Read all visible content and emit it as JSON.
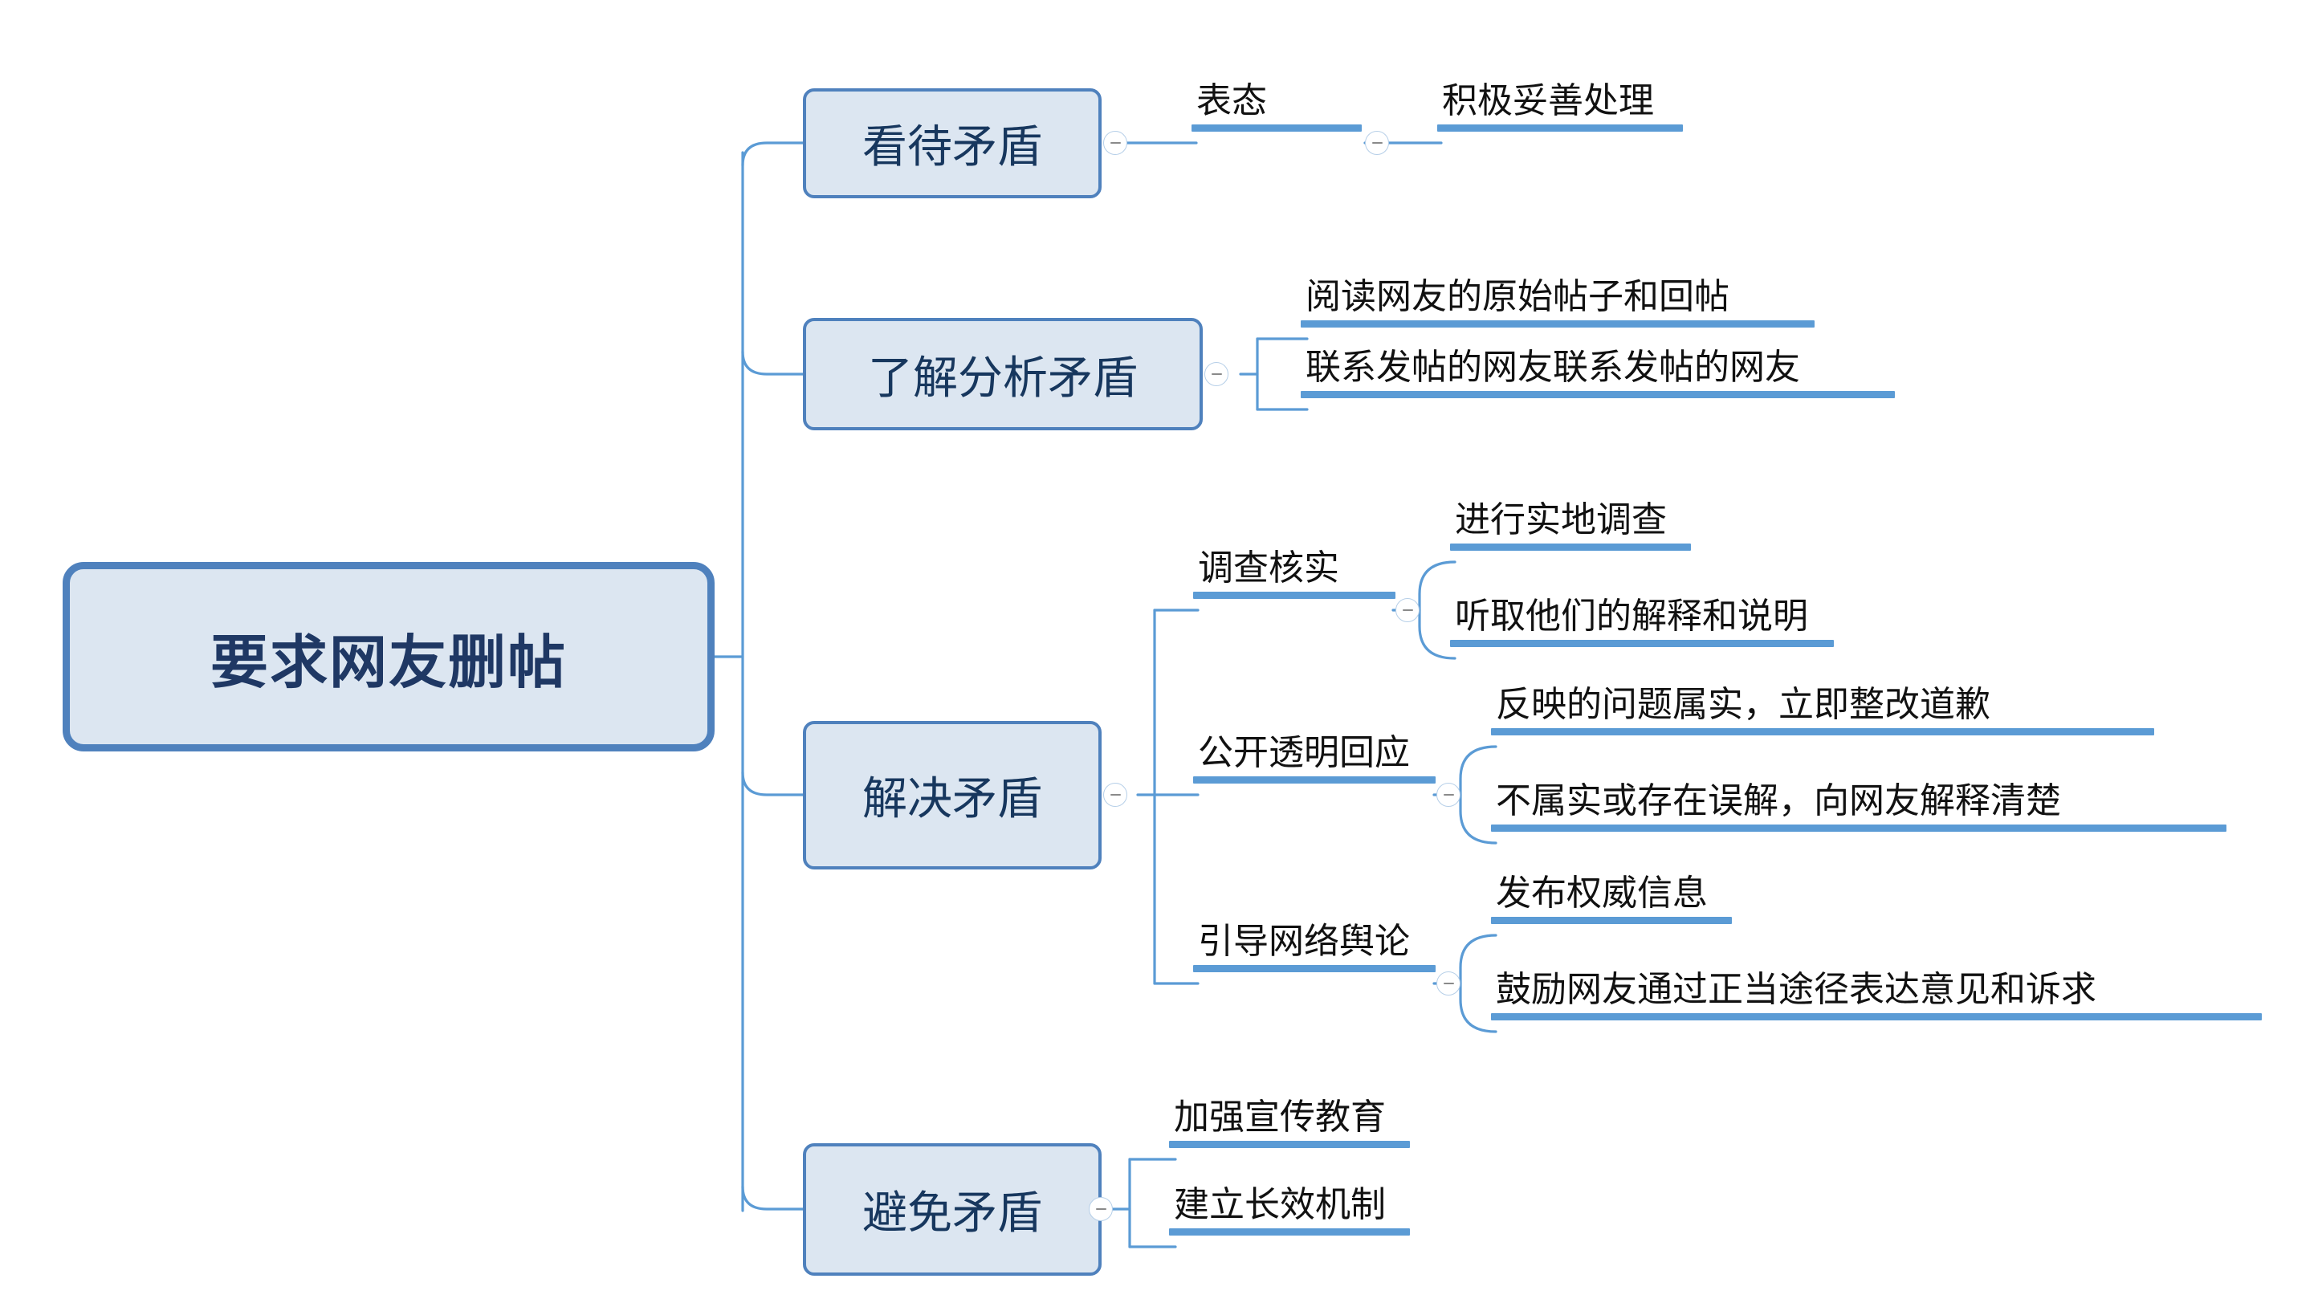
{
  "diagram": {
    "type": "mind-map",
    "title": "要求网友删帖",
    "colors": {
      "node_fill": "#dce6f1",
      "node_border": "#4f81bd",
      "bar": "#5b9bd5",
      "edge": "#5b9bd5",
      "root_text": "#1f3864",
      "branch_text": "#17375e",
      "leaf_text": "#111111",
      "background": "#ffffff",
      "toggle_ring": "#b6cfe8",
      "toggle_minus": "#8a8a8a"
    },
    "toggle_icon": "collapse-minus-icon"
  },
  "root": {
    "label": "要求网友删帖"
  },
  "branches": [
    {
      "label": "看待矛盾",
      "children": [
        {
          "label": "表态",
          "children": [
            {
              "label": "积极妥善处理"
            }
          ]
        }
      ]
    },
    {
      "label": "了解分析矛盾",
      "children": [
        {
          "label": "阅读网友的原始帖子和回帖"
        },
        {
          "label": "联系发帖的网友联系发帖的网友"
        }
      ]
    },
    {
      "label": "解决矛盾",
      "children": [
        {
          "label": "调查核实",
          "children": [
            {
              "label": "进行实地调查"
            },
            {
              "label": "听取他们的解释和说明"
            }
          ]
        },
        {
          "label": "公开透明回应",
          "children": [
            {
              "label": "反映的问题属实，立即整改道歉"
            },
            {
              "label": "不属实或存在误解，向网友解释清楚"
            }
          ]
        },
        {
          "label": "引导网络舆论",
          "children": [
            {
              "label": "发布权威信息"
            },
            {
              "label": "鼓励网友通过正当途径表达意见和诉求"
            }
          ]
        }
      ]
    },
    {
      "label": "避免矛盾",
      "children": [
        {
          "label": "加强宣传教育"
        },
        {
          "label": "建立长效机制"
        }
      ]
    }
  ]
}
